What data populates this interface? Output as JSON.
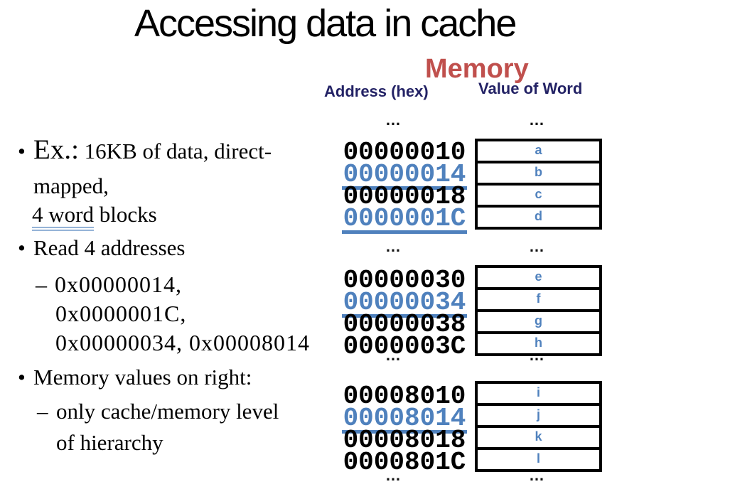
{
  "slide": {
    "title": "Accessing data in cache"
  },
  "memory": {
    "heading": "Memory",
    "col_address": "Address (hex)",
    "col_value": "Value of Word",
    "ellipsis": "…"
  },
  "bullets": {
    "marker": "•",
    "dash": "–",
    "b1": {
      "lead": "Ex.:",
      "line1": " 16KB of data, direct-",
      "line2": "mapped,",
      "line3_underlined": "4 word",
      "line3_rest": " blocks"
    },
    "b2": {
      "text": "Read 4 addresses",
      "sub1": "0x00000014,",
      "sub2": "0x0000001C,",
      "sub3": "0x00000034, 0x00008014"
    },
    "b3": {
      "text": "Memory values on right:",
      "sub1": "only cache/memory level",
      "sub2": "of hierarchy"
    }
  },
  "groups": [
    {
      "addresses": [
        "00000010",
        "00000014",
        "00000018",
        "0000001C"
      ],
      "highlighted": [
        1,
        3
      ],
      "values": [
        "a",
        "b",
        "c",
        "d"
      ]
    },
    {
      "addresses": [
        "00000030",
        "00000034",
        "00000038",
        "0000003C"
      ],
      "highlighted": [
        1
      ],
      "values": [
        "e",
        "f",
        "g",
        "h"
      ]
    },
    {
      "addresses": [
        "00008010",
        "00008014",
        "00008018",
        "0000801C"
      ],
      "highlighted": [
        1
      ],
      "values": [
        "i",
        "j",
        "k",
        "l"
      ]
    }
  ],
  "colors": {
    "highlight_blue": "#4F81BD",
    "heading_red": "#C0504D",
    "heading_navy": "#232265",
    "double_underline_blue": "#95B3D7",
    "text_black": "#000000"
  }
}
